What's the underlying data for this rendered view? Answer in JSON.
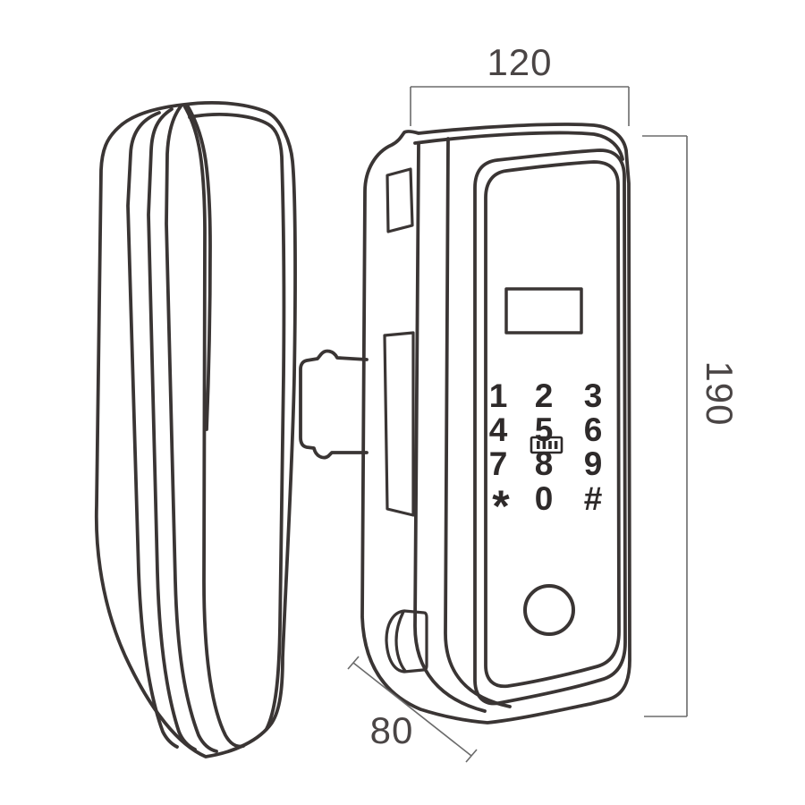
{
  "drawing": {
    "type": "smart-door-lock-technical-drawing",
    "views": [
      "rear-unit-perspective",
      "front-unit-perspective"
    ]
  },
  "dimensions": {
    "width_label": "120",
    "height_label": "190",
    "depth_label": "80"
  },
  "keypad": {
    "keys": [
      "1",
      "2",
      "3",
      "4",
      "5",
      "6",
      "7",
      "8",
      "9",
      "*",
      "0",
      "#"
    ]
  },
  "icons": {
    "card_reader": "card-reader-icon",
    "fingerprint": "fingerprint-sensor-circle"
  },
  "colors": {
    "background": "#ffffff",
    "line": "#3a3534",
    "dimension_line": "#6b6b6b",
    "dimension_text": "#4a4545",
    "keypad_text": "#2e2a2a"
  }
}
